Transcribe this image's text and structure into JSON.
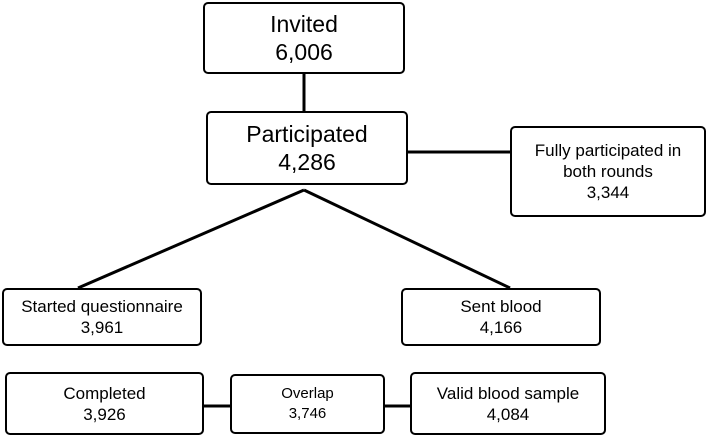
{
  "nodes": {
    "invited": {
      "label": "Invited",
      "count": "6,006"
    },
    "participated": {
      "label": "Participated",
      "count": "4,286"
    },
    "fully": {
      "label_line1": "Fully participated in",
      "label_line2": "both rounds",
      "count": "3,344"
    },
    "started": {
      "label": "Started questionnaire",
      "count": "3,961"
    },
    "sent": {
      "label": "Sent blood",
      "count": "4,166"
    },
    "completed": {
      "label": "Completed",
      "count": "3,926"
    },
    "overlap": {
      "label": "Overlap",
      "count": "3,746"
    },
    "valid": {
      "label": "Valid blood sample",
      "count": "4,084"
    }
  }
}
